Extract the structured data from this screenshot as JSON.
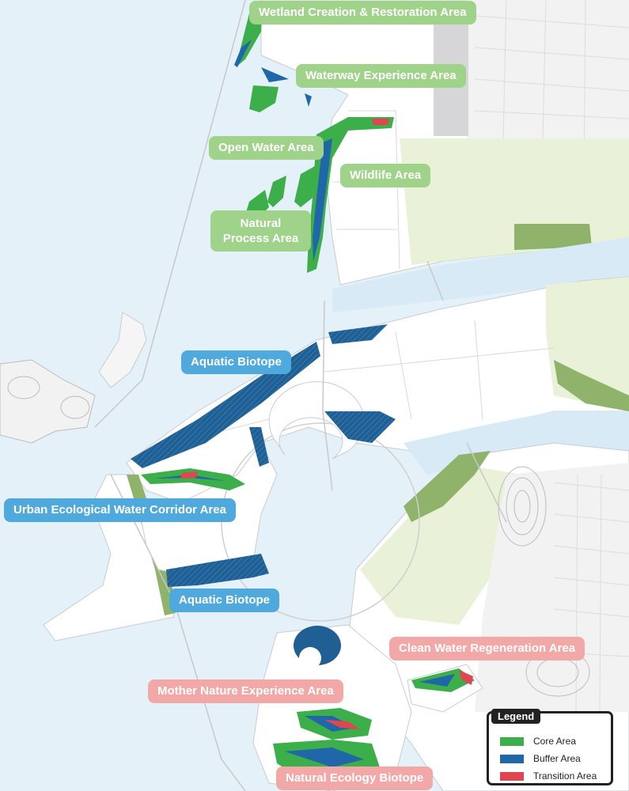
{
  "labels": [
    {
      "text": "Wetland Creation & Restoration Area"
    },
    {
      "text": "Waterway Experience Area"
    },
    {
      "text": "Open Water Area"
    },
    {
      "text": "Wildlife Area"
    },
    {
      "text": "Natural Process Area"
    },
    {
      "text": "Aquatic Biotope"
    },
    {
      "text": "Urban Ecological Water Corridor Area"
    },
    {
      "text": "Aquatic Biotope"
    },
    {
      "text": "Clean Water Regeneration Area"
    },
    {
      "text": "Mother Nature Experience Area"
    },
    {
      "text": "Natural Ecology Biotope"
    }
  ],
  "legend": {
    "title": "Legend",
    "items": [
      {
        "label": "Core Area",
        "color": "#3cae4a"
      },
      {
        "label": "Buffer Area",
        "color": "#1f67a8"
      },
      {
        "label": "Transition Area",
        "color": "#e04552"
      }
    ]
  },
  "colors": {
    "water": "#e4f1f9",
    "land": "#ffffff",
    "urban": "#f3f3f3",
    "park": "#e9f2d8",
    "parkDark": "#8fb36a",
    "channel": "#d7eaf5",
    "core": "#3cae4a",
    "buffer": "#1f67a8",
    "transition": "#e04552",
    "greenLabel": "#9fd389",
    "blueLabel": "#4fa9dc",
    "pinkLabel": "#f2a8a6"
  }
}
